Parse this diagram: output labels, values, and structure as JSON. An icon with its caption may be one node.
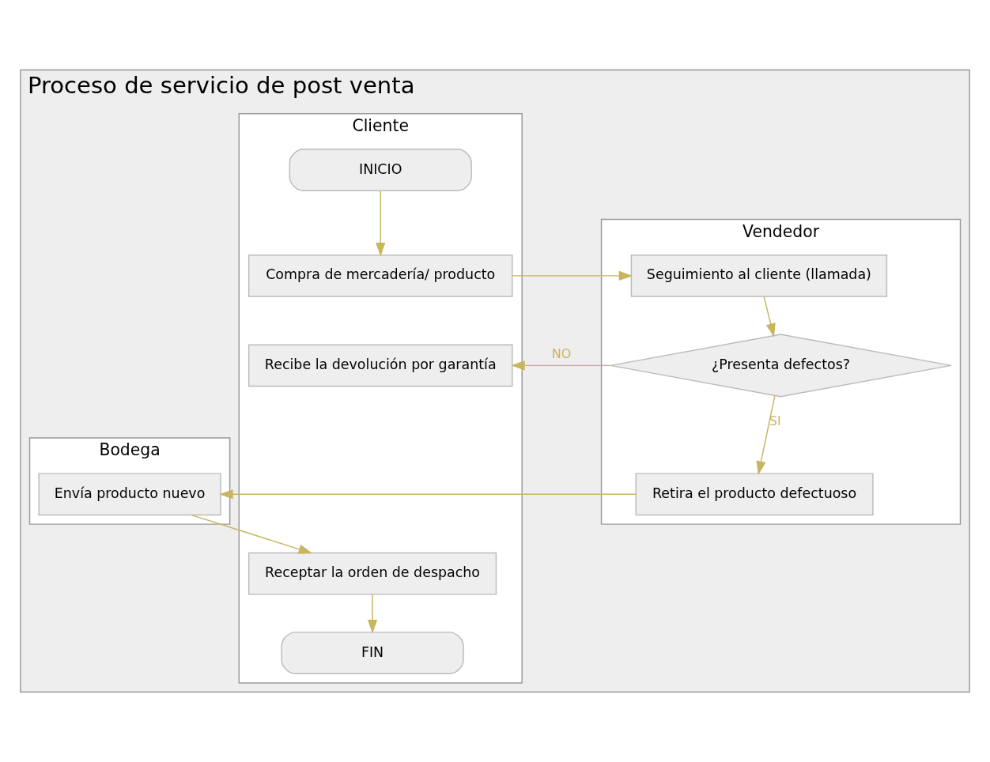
{
  "diagram": {
    "nodes": [
      {
        "text": [
          "Proceso de servicio de post venta"
        ]
      },
      {
        "text": [
          "Cliente"
        ],
        "in": 0
      },
      {
        "text": [
          "Vendedor"
        ],
        "in": 0
      },
      {
        "text": [
          "Bodega"
        ],
        "in": 0
      },
      {
        "text": [
          "INICIO"
        ],
        "in": 1
      },
      {
        "text": [
          "Compra de mercadería/ producto"
        ],
        "in": 1
      },
      {
        "text": [
          "Seguimiento al cliente (llamada)"
        ],
        "in": 2
      },
      {
        "text": [
          "Recibe la devolución por garantía"
        ],
        "in": 1
      },
      {
        "text": [
          "¿Presenta defectos?"
        ],
        "in": 2
      },
      {
        "text": [
          "Retira el producto defectuoso"
        ],
        "in": 2
      },
      {
        "text": [
          "Envía producto nuevo"
        ],
        "in": 3
      },
      {
        "text": [
          "Receptar la orden de despacho"
        ],
        "in": 1
      },
      {
        "text": [
          "FIN"
        ],
        "in": 1
      }
    ],
    "edges": [
      {
        "from": 4,
        "to": 5,
        "arrow": "to"
      },
      {
        "from": 5,
        "to": 6,
        "arrow": "to"
      },
      {
        "from": 6,
        "to": 8,
        "arrow": "to"
      },
      {
        "from": 8,
        "to": 7,
        "arrow": "to",
        "label": "NO"
      },
      {
        "from": 8,
        "to": 9,
        "arrow": "to",
        "label": "SI"
      },
      {
        "from": 9,
        "to": 10,
        "arrow": "to"
      },
      {
        "from": 10,
        "to": 11,
        "arrow": "to"
      },
      {
        "from": 11,
        "to": 12,
        "arrow": "to"
      }
    ]
  }
}
